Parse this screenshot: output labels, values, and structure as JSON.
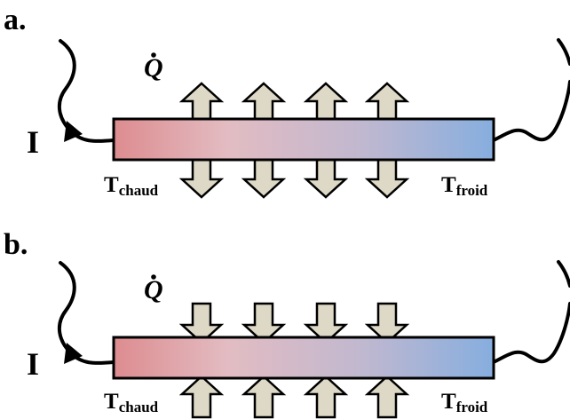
{
  "panels": [
    {
      "label": "a.",
      "heat_symbol": "Q",
      "current_label": "I",
      "hot": {
        "main": "T",
        "sub": "chaud"
      },
      "cold": {
        "main": "T",
        "sub": "froid"
      },
      "flux_direction": "outward",
      "arrow_count": 4
    },
    {
      "label": "b.",
      "heat_symbol": "Q",
      "current_label": "I",
      "hot": {
        "main": "T",
        "sub": "chaud"
      },
      "cold": {
        "main": "T",
        "sub": "froid"
      },
      "flux_direction": "inward",
      "arrow_count": 4
    }
  ],
  "colors": {
    "hot": "#dd8c8f",
    "mid": "#e2bcc2",
    "cold": "#86aedf",
    "arrow_fill": "#ddd9c6",
    "stroke": "#000000"
  }
}
